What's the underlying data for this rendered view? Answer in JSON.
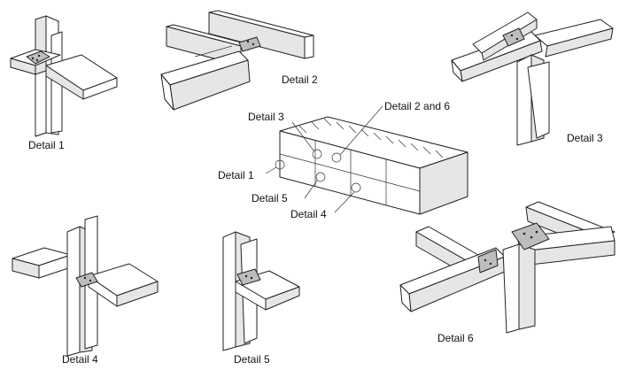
{
  "labels": {
    "detail_1": "Detail 1",
    "detail_2": "Detail 2",
    "detail_3": "Detail 3",
    "detail_4": "Detail 4",
    "detail_5": "Detail 5",
    "detail_6": "Detail 6"
  },
  "center": {
    "callout_detail_3": "Detail 3",
    "callout_detail_2_6": "Detail 2 and 6",
    "callout_detail_1": "Detail 1",
    "callout_detail_5": "Detail 5",
    "callout_detail_4": "Detail 4"
  }
}
